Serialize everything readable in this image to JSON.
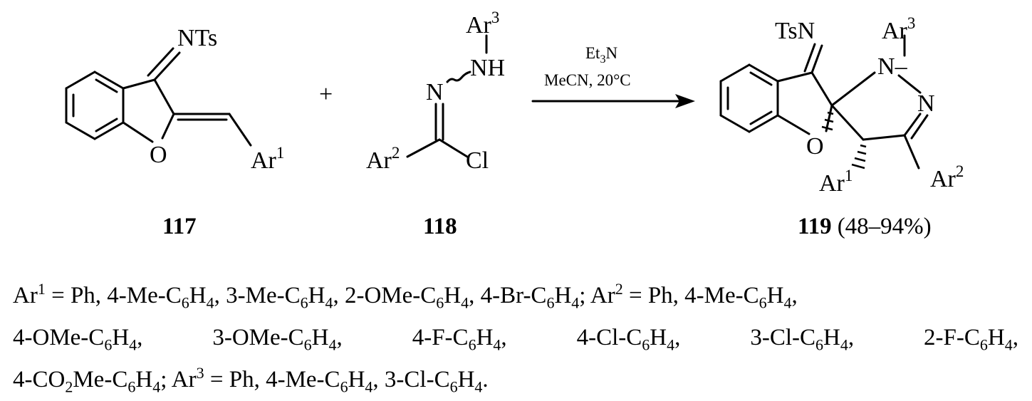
{
  "scheme": {
    "c117": {
      "substituent_top": "NTs",
      "ring_O": "O",
      "aryl": "Ar",
      "aryl_sup": "1",
      "number": "117"
    },
    "plus": "+",
    "c118": {
      "ar3": "Ar",
      "ar3_sup": "3",
      "nh": "NH",
      "n": "N",
      "ar2": "Ar",
      "ar2_sup": "2",
      "cl": "Cl",
      "number": "118"
    },
    "conditions": {
      "reagent_main": "Et",
      "reagent_sub": "3",
      "reagent_tail": "N",
      "solvent_temp": "MeCN, 20°C"
    },
    "c119": {
      "tsn": "TsN",
      "ar3": "Ar",
      "ar3_sup": "3",
      "n1": "N",
      "n2": "N",
      "ring_O": "O",
      "ar1": "Ar",
      "ar1_sup": "1",
      "ar2": "Ar",
      "ar2_sup": "2",
      "number": "119",
      "yield": "(48–94%)"
    }
  },
  "legend": {
    "line1": [
      {
        "t": "Ar"
      },
      {
        "sup": "1"
      },
      {
        "t": " = Ph, 4-Me-C"
      },
      {
        "sub": "6"
      },
      {
        "t": "H"
      },
      {
        "sub": "4"
      },
      {
        "t": ", 3-Me-C"
      },
      {
        "sub": "6"
      },
      {
        "t": "H"
      },
      {
        "sub": "4"
      },
      {
        "t": ", 2-OMe-C"
      },
      {
        "sub": "6"
      },
      {
        "t": "H"
      },
      {
        "sub": "4"
      },
      {
        "t": ", 4-Br-C"
      },
      {
        "sub": "6"
      },
      {
        "t": "H"
      },
      {
        "sub": "4"
      },
      {
        "t": "; Ar"
      },
      {
        "sup": "2"
      },
      {
        "t": " = Ph, 4-Me-C"
      },
      {
        "sub": "6"
      },
      {
        "t": "H"
      },
      {
        "sub": "4"
      },
      {
        "t": ","
      }
    ],
    "line2_items": [
      [
        {
          "t": "4-OMe-C"
        },
        {
          "sub": "6"
        },
        {
          "t": "H"
        },
        {
          "sub": "4"
        },
        {
          "t": ","
        }
      ],
      [
        {
          "t": "3-OMe-C"
        },
        {
          "sub": "6"
        },
        {
          "t": "H"
        },
        {
          "sub": "4"
        },
        {
          "t": ","
        }
      ],
      [
        {
          "t": "4-F-C"
        },
        {
          "sub": "6"
        },
        {
          "t": "H"
        },
        {
          "sub": "4"
        },
        {
          "t": ","
        }
      ],
      [
        {
          "t": "4-Cl-C"
        },
        {
          "sub": "6"
        },
        {
          "t": "H"
        },
        {
          "sub": "4"
        },
        {
          "t": ","
        }
      ],
      [
        {
          "t": "3-Cl-C"
        },
        {
          "sub": "6"
        },
        {
          "t": "H"
        },
        {
          "sub": "4"
        },
        {
          "t": ","
        }
      ],
      [
        {
          "t": "2-F-C"
        },
        {
          "sub": "6"
        },
        {
          "t": "H"
        },
        {
          "sub": "4"
        },
        {
          "t": ","
        }
      ]
    ],
    "line3": [
      {
        "t": "4-CO"
      },
      {
        "sub": "2"
      },
      {
        "t": "Me-C"
      },
      {
        "sub": "6"
      },
      {
        "t": "H"
      },
      {
        "sub": "4"
      },
      {
        "t": "; Ar"
      },
      {
        "sup": "3"
      },
      {
        "t": " = Ph, 4-Me-C"
      },
      {
        "sub": "6"
      },
      {
        "t": "H"
      },
      {
        "sub": "4"
      },
      {
        "t": ", 3-Cl-C"
      },
      {
        "sub": "6"
      },
      {
        "t": "H"
      },
      {
        "sub": "4"
      },
      {
        "t": "."
      }
    ]
  }
}
